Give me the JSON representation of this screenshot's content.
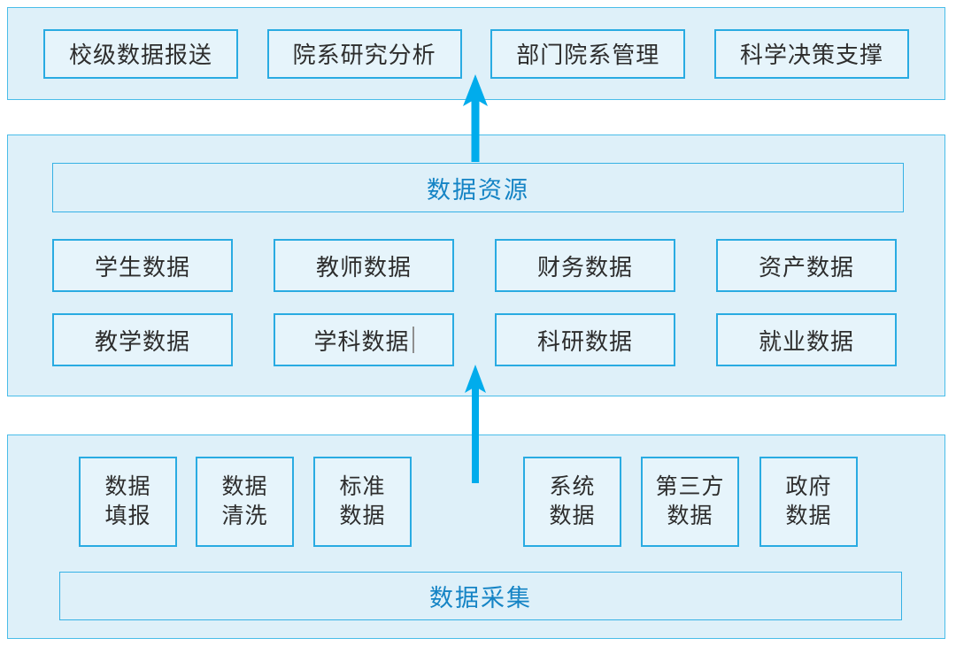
{
  "colors": {
    "arrow": "#00acec",
    "box_border": "#29abe2",
    "container_border": "#49bde9",
    "container_fill": "#def0f9",
    "box_fill": "#e6f4fb",
    "header_text": "#1584c5",
    "label_text": "#2d2d2d"
  },
  "top_layer": {
    "boxes": [
      "校级数据报送",
      "院系研究分析",
      "部门院系管理",
      "科学决策支撑"
    ]
  },
  "middle_layer": {
    "header": "数据资源",
    "row1": [
      "学生数据",
      "教师数据",
      "财务数据",
      "资产数据"
    ],
    "row2": [
      "教学数据",
      "学科数据",
      "科研数据",
      "就业数据"
    ]
  },
  "bottom_layer": {
    "header": "数据采集",
    "boxes": [
      "数据\n填报",
      "数据\n清洗",
      "标准\n数据",
      "系统\n数据",
      "第三方\n数据",
      "政府\n数据"
    ]
  }
}
